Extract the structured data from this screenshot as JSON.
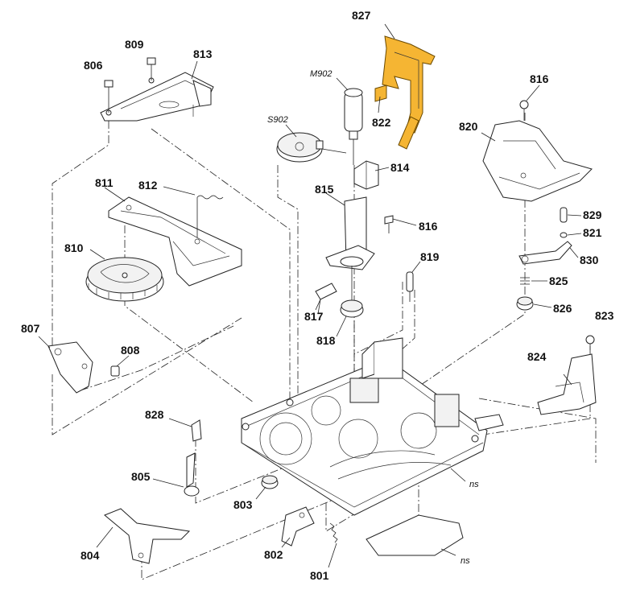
{
  "diagram": {
    "highlight_color": "#f5b533",
    "labels": {
      "p827": "827",
      "pM902": "M902",
      "p822": "822",
      "p809": "809",
      "p806": "806",
      "p813": "813",
      "pS902": "S902",
      "p814": "814",
      "p815": "815",
      "p816a": "816",
      "p816b": "816",
      "p820": "820",
      "p811": "811",
      "p812": "812",
      "p810": "810",
      "p819": "819",
      "p829": "829",
      "p821": "821",
      "p830": "830",
      "p825": "825",
      "p817": "817",
      "p826": "826",
      "p818": "818",
      "p823": "823",
      "p807": "807",
      "p808": "808",
      "p824": "824",
      "p828": "828",
      "p805": "805",
      "p803": "803",
      "p804": "804",
      "p802": "802",
      "p801": "801",
      "ns1": "ns",
      "ns2": "ns"
    }
  }
}
